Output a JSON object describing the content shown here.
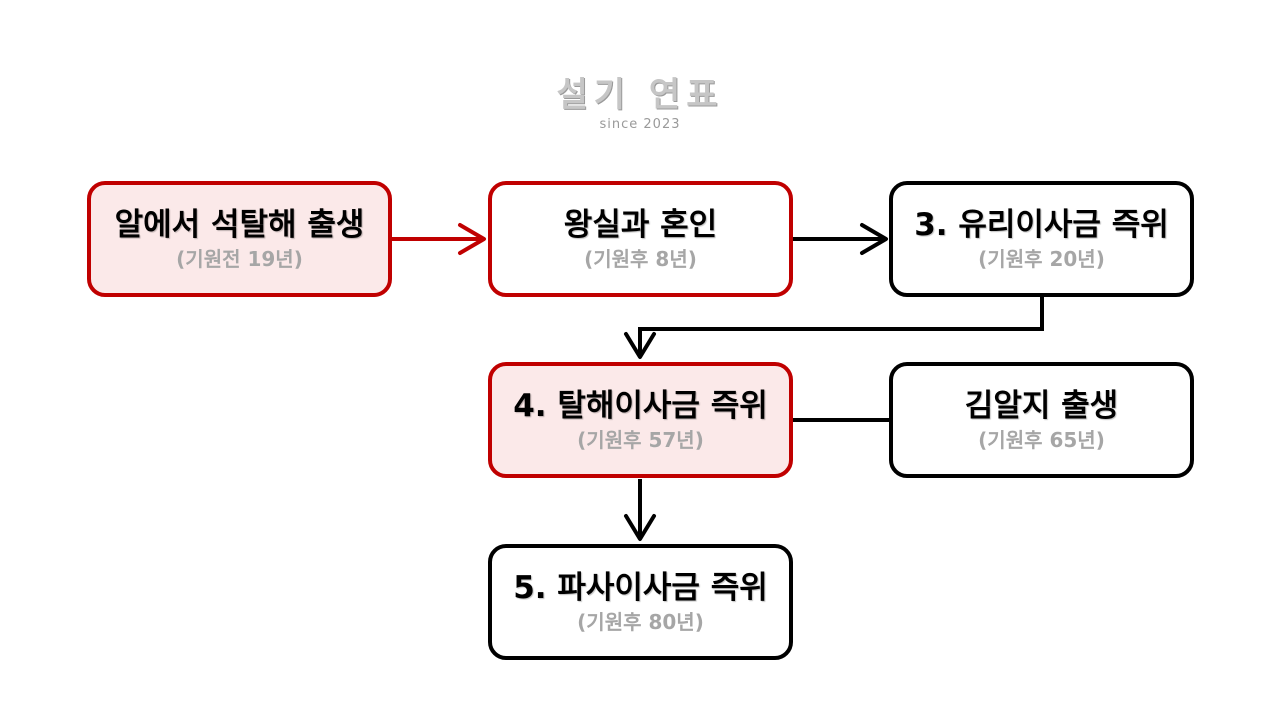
{
  "logo": {
    "title": "설기 연표",
    "subtitle": "since 2023"
  },
  "colors": {
    "red": "#c00000",
    "black": "#000000",
    "highlight_fill": "#fbe9e9",
    "date_gray": "#a6a6a6"
  },
  "nodes": [
    {
      "id": "birth",
      "title": "알에서 석탈해 출생",
      "date": "(기원전 19년)"
    },
    {
      "id": "marriage",
      "title": "왕실과 혼인",
      "date": "(기원후 8년)"
    },
    {
      "id": "yuri",
      "title": "3. 유리이사금 즉위",
      "date": "(기원후 20년)"
    },
    {
      "id": "talhae",
      "title": "4. 탈해이사금 즉위",
      "date": "(기원후 57년)"
    },
    {
      "id": "kimalji",
      "title": "김알지 출생",
      "date": "(기원후 65년)"
    },
    {
      "id": "pasa",
      "title": "5. 파사이사금 즉위",
      "date": "(기원후 80년)"
    }
  ],
  "edges": [
    {
      "from": "birth",
      "to": "marriage",
      "style": "red-arrow"
    },
    {
      "from": "marriage",
      "to": "yuri",
      "style": "black-arrow"
    },
    {
      "from": "yuri",
      "to": "talhae",
      "style": "black-elbow-arrow"
    },
    {
      "from": "talhae",
      "to": "kimalji",
      "style": "black-line"
    },
    {
      "from": "talhae",
      "to": "pasa",
      "style": "black-arrow"
    }
  ]
}
